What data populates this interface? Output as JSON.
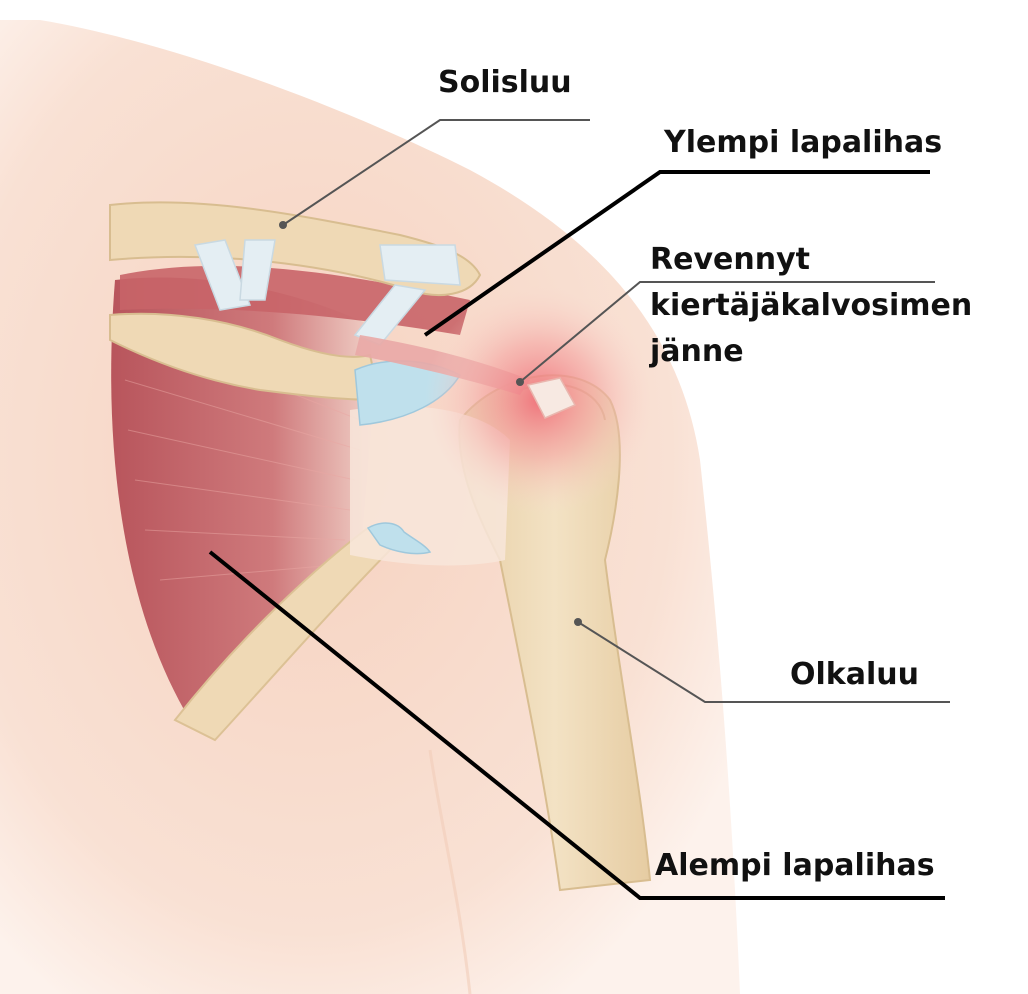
{
  "labels": {
    "solisluu": "Solisluu",
    "ylempi_lapalihas": "Ylempi lapalihas",
    "revennyt_line1": "Revennyt",
    "revennyt_line2": "kiertäjäkalvosimen",
    "revennyt_line3": "jänne",
    "olkaluu": "Olkaluu",
    "alempi_lapalihas": "Alempi lapalihas"
  },
  "colors": {
    "skin": "#f7d9c8",
    "bone": "#efd9b5",
    "muscle": "#c96a6e",
    "cartilage": "#bfe0ec",
    "inflammation": "#f2707a",
    "leader_line_dark": "#000000",
    "leader_line_light": "#555555"
  }
}
